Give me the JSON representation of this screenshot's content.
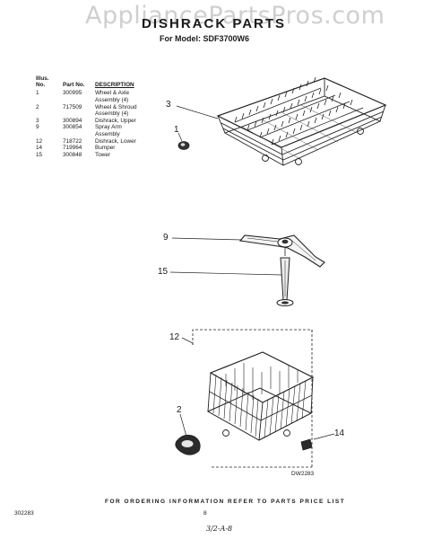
{
  "watermark": "AppliancePartsPros.com",
  "header": {
    "title": "DISHRACK PARTS",
    "model_label": "For Model: SDF3700W6"
  },
  "parts_table": {
    "columns": [
      "Illus. No.",
      "Part No.",
      "DESCRIPTION"
    ],
    "rows": [
      [
        "1",
        "300995",
        "Wheel & Axle Assembly (4)"
      ],
      [
        "2",
        "717509",
        "Wheel & Shroud Assembly (4)"
      ],
      [
        "3",
        "300894",
        "Dishrack, Upper"
      ],
      [
        "9",
        "300854",
        "Spray Arm Assembly"
      ],
      [
        "12",
        "718722",
        "Dishrack, Lower"
      ],
      [
        "14",
        "719964",
        "Bumper"
      ],
      [
        "15",
        "300848",
        "Tower"
      ]
    ]
  },
  "callouts": {
    "c3": "3",
    "c1": "1",
    "c9": "9",
    "c15": "15",
    "c12": "12",
    "c2": "2",
    "c14": "14"
  },
  "diagram_code": "DW2283",
  "footer": {
    "ordering": "FOR ORDERING INFORMATION REFER TO PARTS PRICE LIST",
    "doc_number": "302283",
    "page_number": "8",
    "handwritten": "3/2-A-8"
  }
}
